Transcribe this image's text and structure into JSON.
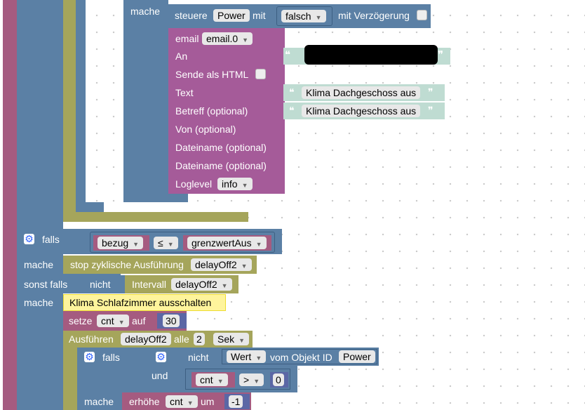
{
  "outer": {
    "mache_label": "mache"
  },
  "steuere": {
    "label": "steuere",
    "device": "Power",
    "mit": "mit",
    "value": "falsch",
    "delay_label": "mit Verzögerung"
  },
  "email": {
    "label": "email",
    "instance": "email.0",
    "an_label": "An",
    "html_label": "Sende als HTML",
    "text_label": "Text",
    "text_value": "Klima Dachgeschoss aus",
    "betreff_label": "Betreff (optional)",
    "betreff_value": "Klima Dachgeschoss aus",
    "von_label": "Von (optional)",
    "datei1_label": "Dateiname (optional)",
    "datei2_label": "Dateiname (optional)",
    "loglevel_label": "Loglevel",
    "loglevel_value": "info"
  },
  "falls1": {
    "label": "falls",
    "var_left": "bezug",
    "op": "≤",
    "var_right": "grenzwertAus",
    "mache_label": "mache",
    "stop_label": "stop zyklische Ausführung",
    "stop_var": "delayOff2",
    "sonst_label": "sonst falls",
    "nicht_label": "nicht",
    "intervall_label": "Intervall",
    "intervall_var": "delayOff2",
    "mache2_label": "mache",
    "comment": "Klima Schlafzimmer ausschalten",
    "setze_label": "setze",
    "setze_var": "cnt",
    "auf_label": "auf",
    "setze_value": "30",
    "ausf_label": "Ausführen",
    "ausf_var": "delayOff2",
    "alle_label": "alle",
    "alle_value": "2",
    "unit": "Sek"
  },
  "falls2": {
    "label": "falls",
    "nicht_label": "nicht",
    "wert_label": "Wert",
    "vom_label": "vom Objekt ID",
    "object": "Power",
    "und_label": "und",
    "cnt_var": "cnt",
    "op": ">",
    "zero": "0",
    "mache_label": "mache",
    "erhoehe_label": "erhöhe",
    "erhoehe_var": "cnt",
    "um_label": "um",
    "erhoehe_value": "-1"
  },
  "colors": {
    "blue": "#5b80a5",
    "olive": "#a5a55b",
    "purple": "#a55b99",
    "magenta": "#a55b80",
    "text_green": "#bfdcd2",
    "comment_yellow": "#fef49c"
  }
}
